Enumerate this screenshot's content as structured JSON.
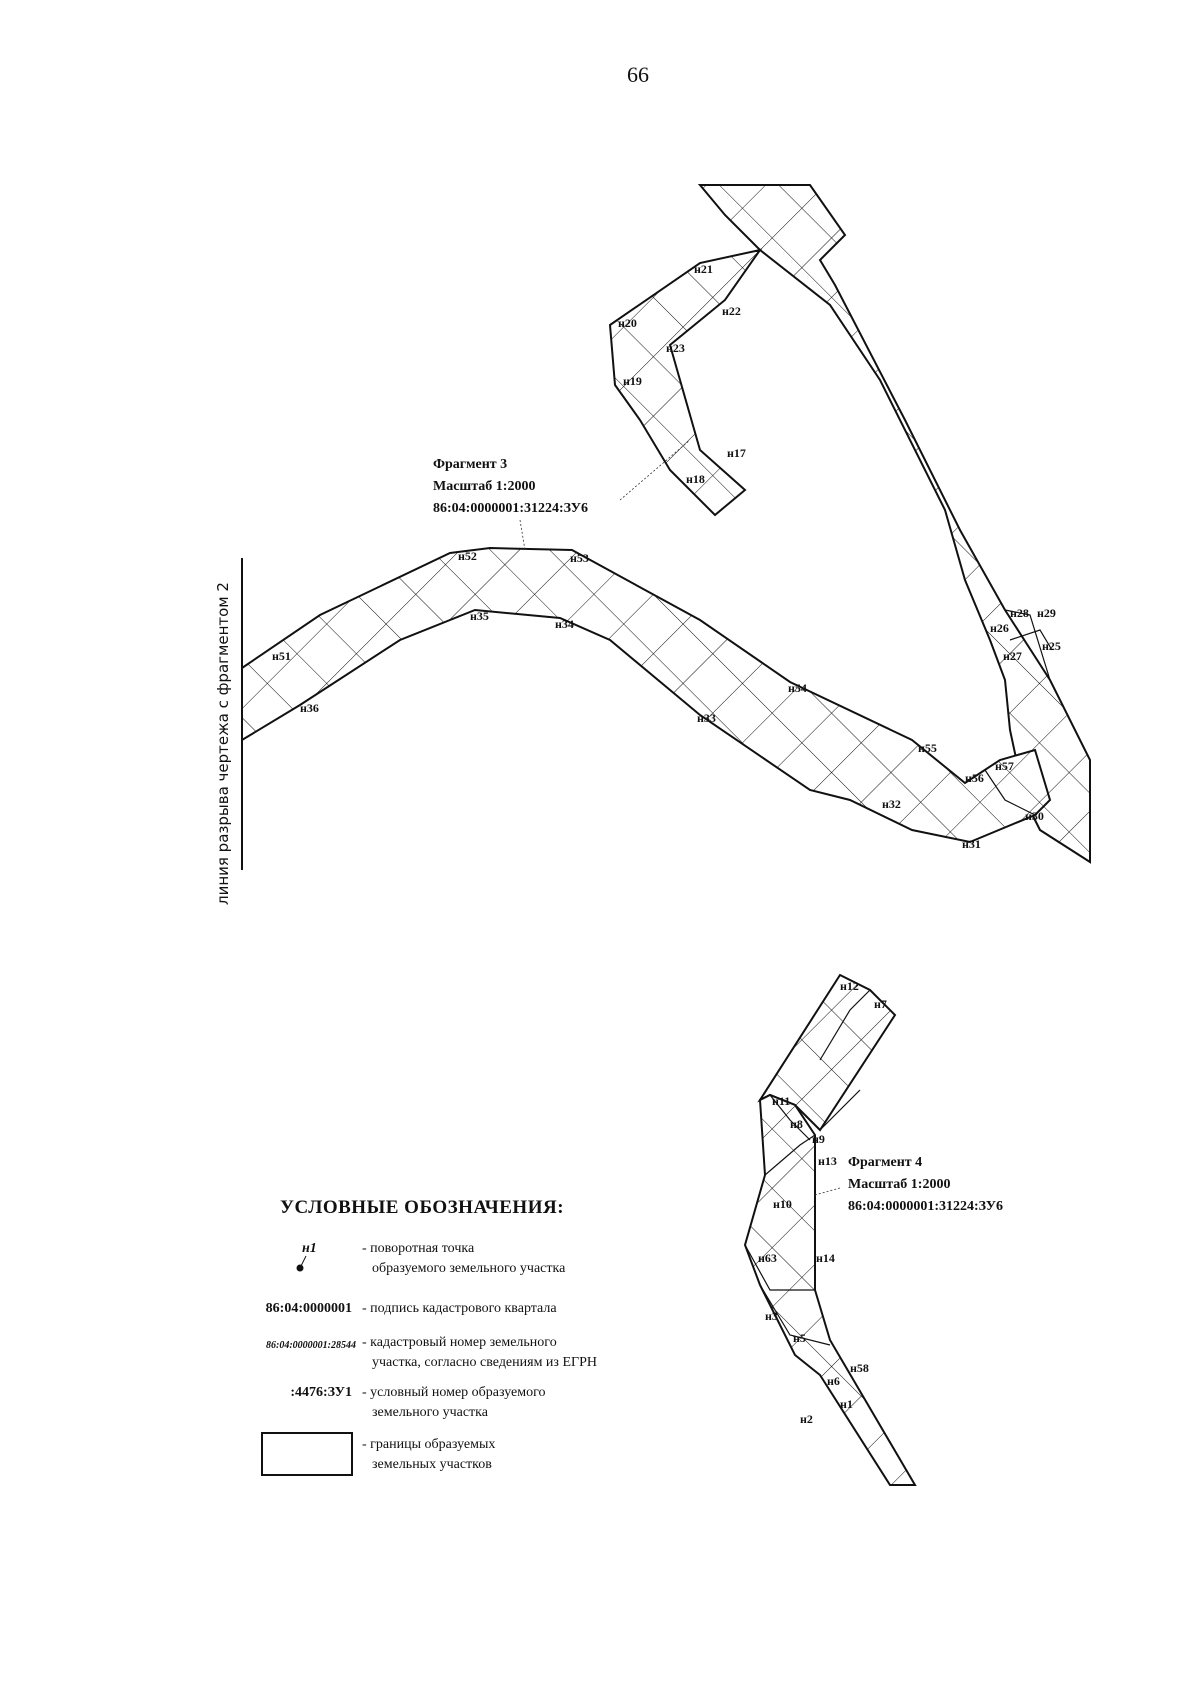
{
  "page": {
    "number": "66"
  },
  "fragment3": {
    "title": "Фрагмент 3",
    "scale": "Масштаб 1:2000",
    "cadastral_number": "86:04:0000001:31224:ЗУ6",
    "points": [
      "н17",
      "н18",
      "н19",
      "н20",
      "н21",
      "н22",
      "н23",
      "н25",
      "н26",
      "н27",
      "н28",
      "н29",
      "н30",
      "н31",
      "н32",
      "н33",
      "н34",
      "н35",
      "н36",
      "н51",
      "н52",
      "н53",
      "н54",
      "н55",
      "н56",
      "н57"
    ]
  },
  "fragment4": {
    "title": "Фрагмент 4",
    "scale": "Масштаб 1:2000",
    "cadastral_number": "86:04:0000001:31224:ЗУ6",
    "points": [
      "н1",
      "н2",
      "н3",
      "н5",
      "н6",
      "н7",
      "н8",
      "н9",
      "н10",
      "н11",
      "н12",
      "н13",
      "н14",
      "н58",
      "н63"
    ]
  },
  "break_line": {
    "label": "линия разрыва чертежа с фрагментом 2"
  },
  "legend": {
    "title": "УСЛОВНЫЕ ОБОЗНАЧЕНИЯ:",
    "items": [
      {
        "key": "н1",
        "text_1": "- поворотная точка",
        "text_2": "образуемого земельного участка"
      },
      {
        "key": "86:04:0000001",
        "text_1": "- подпись кадастрового квартала",
        "text_2": ""
      },
      {
        "key": "86:04:0000001:28544",
        "text_1": "- кадастровый номер земельного",
        "text_2": "участка, согласно сведениям из ЕГРН"
      },
      {
        "key": ":4476:ЗУ1",
        "text_1": "- условный номер образуемого",
        "text_2": "земельного участка"
      },
      {
        "key": "",
        "text_1": "- границы образуемых",
        "text_2": "земельных участков"
      }
    ]
  }
}
